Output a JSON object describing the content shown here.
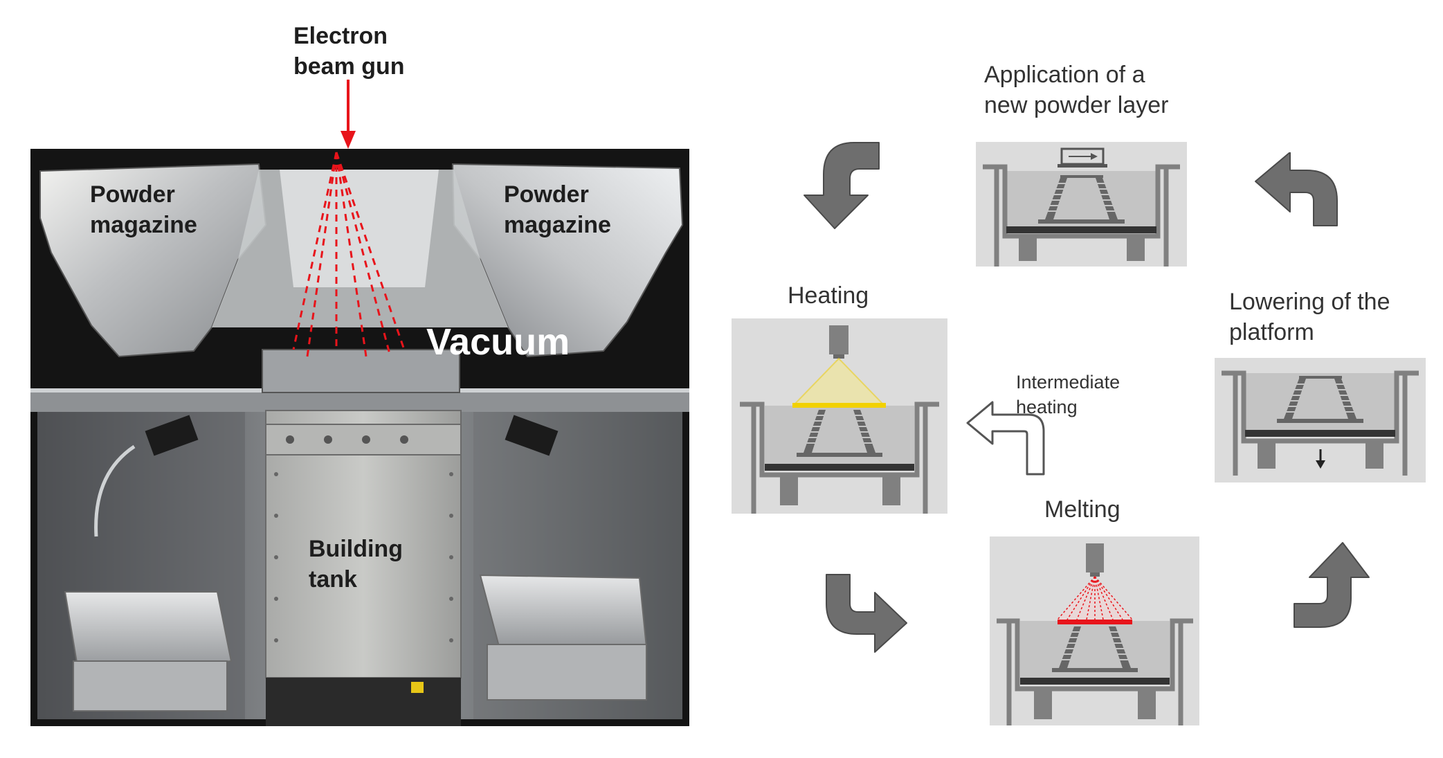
{
  "photo": {
    "electron_beam_gun": [
      "Electron",
      "beam gun"
    ],
    "powder_magazine_left": [
      "Powder",
      "magazine"
    ],
    "powder_magazine_right": [
      "Powder",
      "magazine"
    ],
    "vacuum": "Vacuum",
    "building_tank": [
      "Building",
      "tank"
    ]
  },
  "cycle": {
    "application": [
      "Application of a",
      "new powder layer"
    ],
    "heating": "Heating",
    "lowering": [
      "Lowering of the",
      "platform"
    ],
    "intermediate_heating": [
      "Intermediate",
      "heating"
    ],
    "melting": "Melting"
  },
  "colors": {
    "beam_red": "#e8141b",
    "heating_yellow": "#f2d100",
    "arrow_gray": "#6e6e6e",
    "box_gray": "#dcdcdc"
  }
}
